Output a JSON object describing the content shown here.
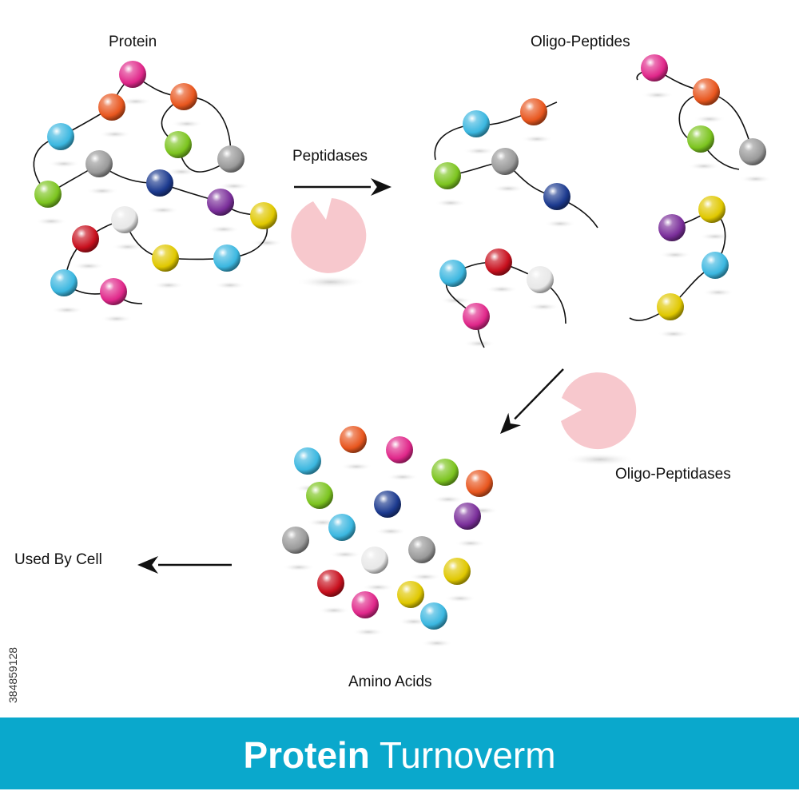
{
  "labels": {
    "protein": "Protein",
    "oligo_peptides": "Oligo-Peptides",
    "peptidases": "Peptidases",
    "oligo_peptidases": "Oligo-Peptidases",
    "used_by_cell": "Used By Cell",
    "amino_acids": "Amino Acids",
    "stock_id": "384859128"
  },
  "banner": {
    "title_bold": "Protein",
    "title_rest": "Turnoverm",
    "color": "#0aa8cc"
  },
  "bead_colors": {
    "magenta": "#e0278a",
    "orange": "#e8561e",
    "cyan": "#3bb7e0",
    "green": "#7cc41f",
    "gray": "#9a9a9a",
    "navy": "#1c3a8f",
    "purple": "#7a2e9a",
    "yellow": "#e0c800",
    "red": "#c8101e",
    "white": "#e8e8e8"
  },
  "enzyme_color": "#f7c8cd"
}
